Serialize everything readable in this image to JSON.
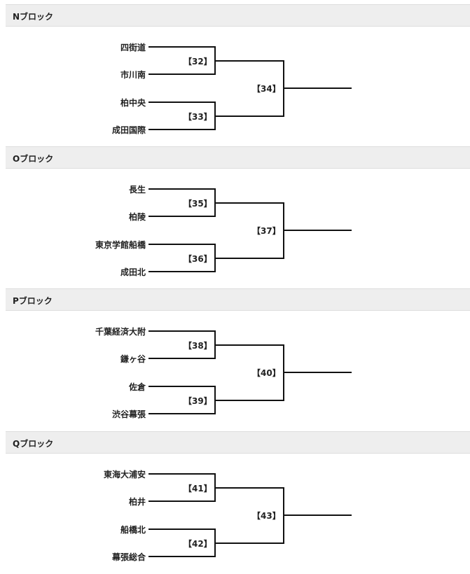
{
  "blocks": [
    {
      "title": "Nブロック",
      "teams": [
        "四街道",
        "市川南",
        "柏中央",
        "成田国際"
      ],
      "matches": [
        "【32】",
        "【33】",
        "【34】"
      ]
    },
    {
      "title": "Oブロック",
      "teams": [
        "長生",
        "柏陵",
        "東京学館船橋",
        "成田北"
      ],
      "matches": [
        "【35】",
        "【36】",
        "【37】"
      ]
    },
    {
      "title": "Pブロック",
      "teams": [
        "千葉経済大附",
        "鎌ヶ谷",
        "佐倉",
        "渋谷幕張"
      ],
      "matches": [
        "【38】",
        "【39】",
        "【40】"
      ]
    },
    {
      "title": "Qブロック",
      "teams": [
        "東海大浦安",
        "柏井",
        "船橋北",
        "幕張総合"
      ],
      "matches": [
        "【41】",
        "【42】",
        "【43】"
      ]
    }
  ]
}
